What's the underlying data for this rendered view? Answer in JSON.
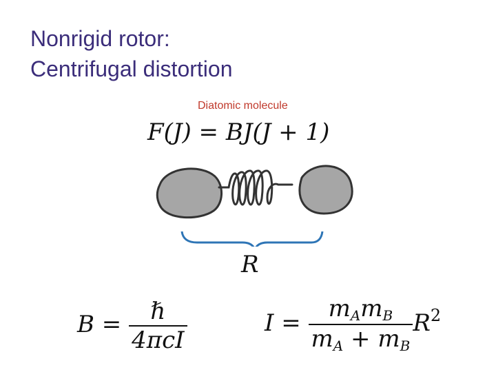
{
  "slide": {
    "title_line1": "Nonrigid rotor:",
    "title_line2": "Centrifugal distortion",
    "caption": "Diatomic molecule"
  },
  "equations": {
    "energy": {
      "lhs": "F(J)",
      "eq": " = ",
      "rhs": "BJ(J + 1)"
    },
    "bond_label": "R",
    "rot_constant": {
      "lhs": "B",
      "eq": " = ",
      "numerator": "ℏ",
      "denominator": "4πcI"
    },
    "inertia": {
      "lhs": "I",
      "eq": " = ",
      "num_m1": "m",
      "num_sub1": "A",
      "num_m2": "m",
      "num_sub2": "B",
      "den_m1": "m",
      "den_sub1": "A",
      "den_plus": " + ",
      "den_m2": "m",
      "den_sub2": "B",
      "r": "R",
      "exp": "2"
    }
  },
  "colors": {
    "title": "#3b2d7a",
    "caption": "#c0392b",
    "brace": "#2e75b6",
    "atom_fill": "#a6a6a6",
    "atom_stroke": "#333333"
  }
}
